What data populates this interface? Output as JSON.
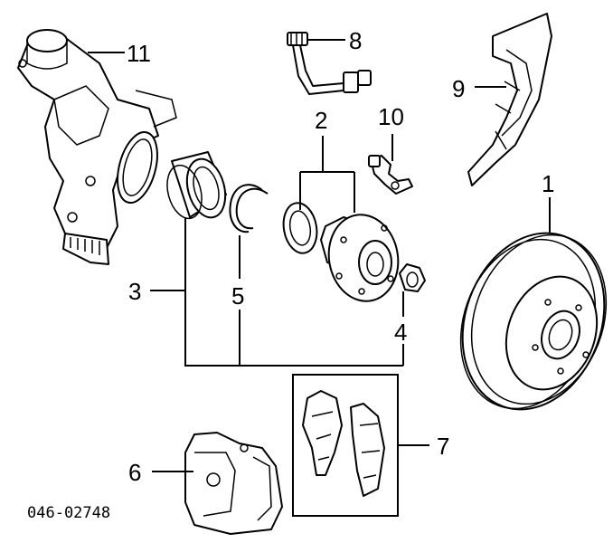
{
  "diagram": {
    "callouts": {
      "c1": "1",
      "c2": "2",
      "c3": "3",
      "c4": "4",
      "c5": "5",
      "c6": "6",
      "c7": "7",
      "c8": "8",
      "c9": "9",
      "c10": "10",
      "c11": "11"
    },
    "code": "046-02748",
    "colors": {
      "line": "#000000",
      "background": "#ffffff"
    }
  }
}
